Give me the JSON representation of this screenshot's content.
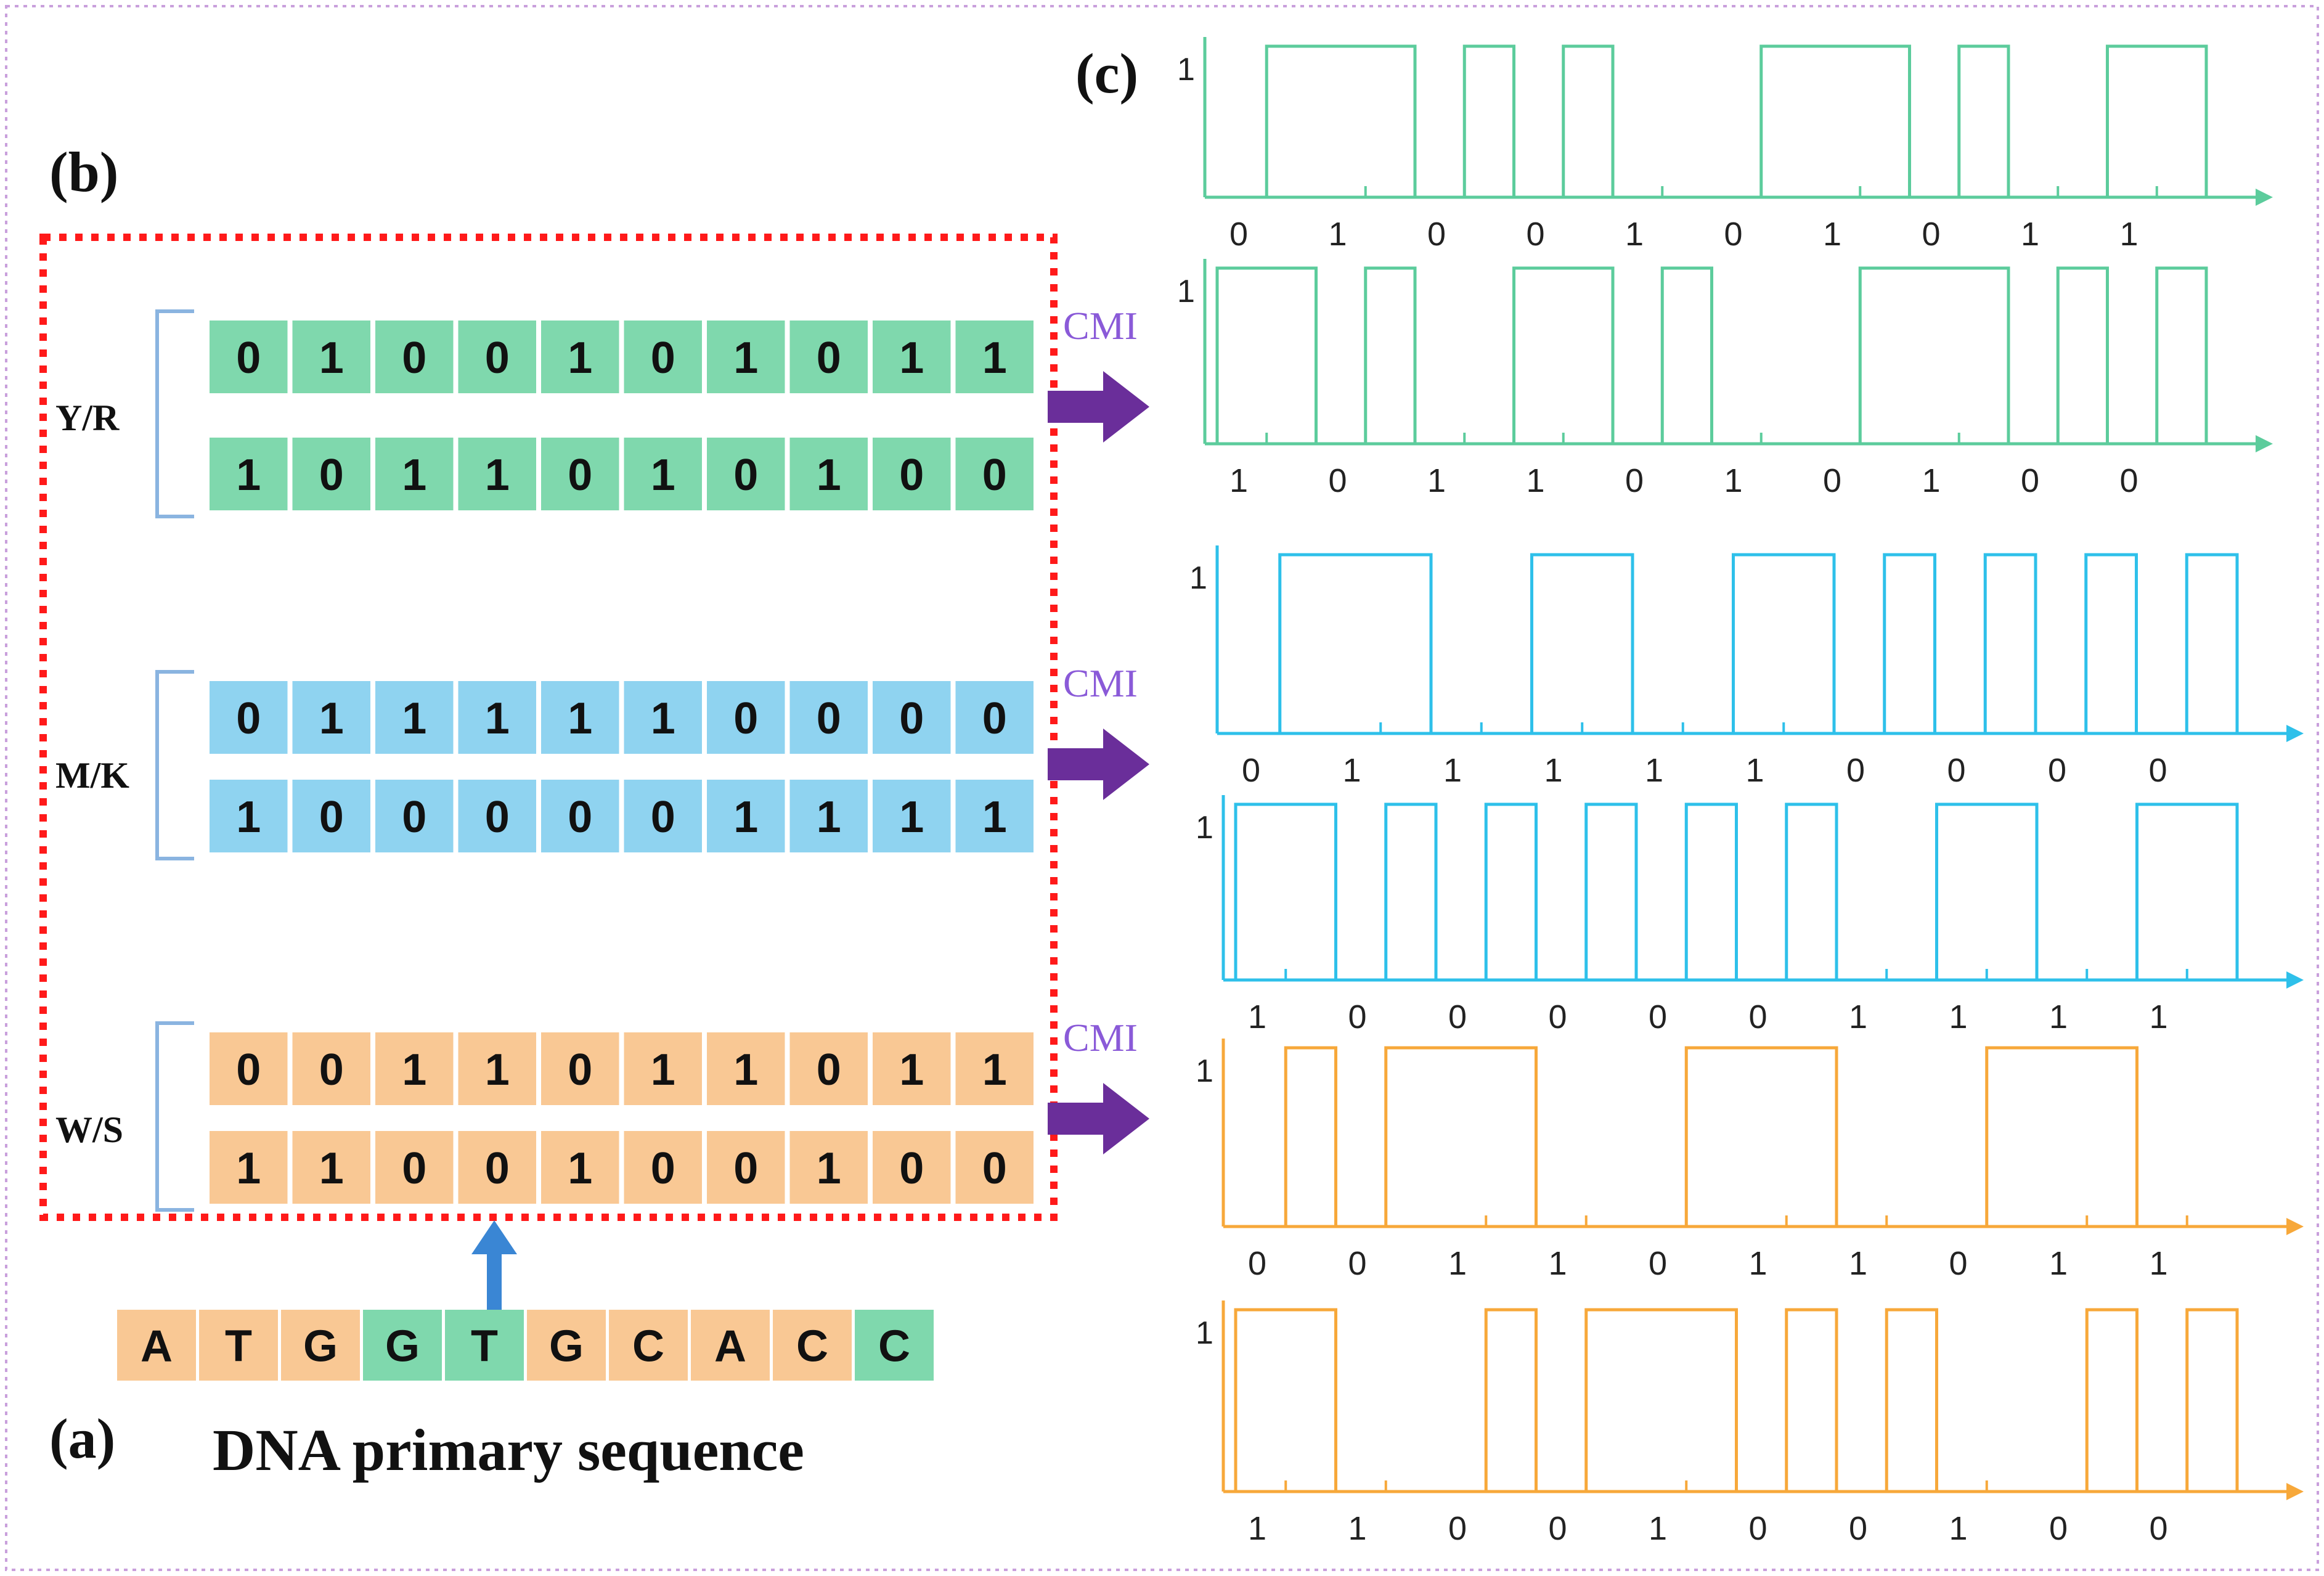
{
  "panel_labels": {
    "a": "(a)",
    "b": "(b)",
    "c": "(c)"
  },
  "dna": {
    "title": "DNA primary sequence",
    "bases": [
      "A",
      "T",
      "G",
      "G",
      "T",
      "G",
      "C",
      "A",
      "C",
      "C"
    ],
    "purine_color": "#f9c894",
    "pyrimidine_color": "#7fd8ad"
  },
  "cmi_label": "CMI",
  "unit_label": "1",
  "groups": [
    {
      "label": "Y/R",
      "color": "#7fd8ad",
      "wave_color": "#5ccc9c",
      "rows": [
        [
          "0",
          "1",
          "0",
          "0",
          "1",
          "0",
          "1",
          "0",
          "1",
          "1"
        ],
        [
          "1",
          "0",
          "1",
          "1",
          "0",
          "1",
          "0",
          "1",
          "0",
          "0"
        ]
      ]
    },
    {
      "label": "M/K",
      "color": "#8fd3f0",
      "wave_color": "#2ec0ea",
      "rows": [
        [
          "0",
          "1",
          "1",
          "1",
          "1",
          "1",
          "0",
          "0",
          "0",
          "0"
        ],
        [
          "1",
          "0",
          "0",
          "0",
          "0",
          "0",
          "1",
          "1",
          "1",
          "1"
        ]
      ]
    },
    {
      "label": "W/S",
      "color": "#f9c894",
      "wave_color": "#f7a83a",
      "rows": [
        [
          "0",
          "0",
          "1",
          "1",
          "0",
          "1",
          "1",
          "0",
          "1",
          "1"
        ],
        [
          "1",
          "1",
          "0",
          "0",
          "1",
          "0",
          "0",
          "1",
          "0",
          "0"
        ]
      ]
    }
  ],
  "colors": {
    "dashed_box": "#ff1a1a",
    "bracket": "#8ab4e0",
    "arrow": "#6a2e9a",
    "up_arrow": "#3a86d4",
    "cmi_text": "#8a5ad8",
    "outer_border": "#c9a0dc"
  }
}
